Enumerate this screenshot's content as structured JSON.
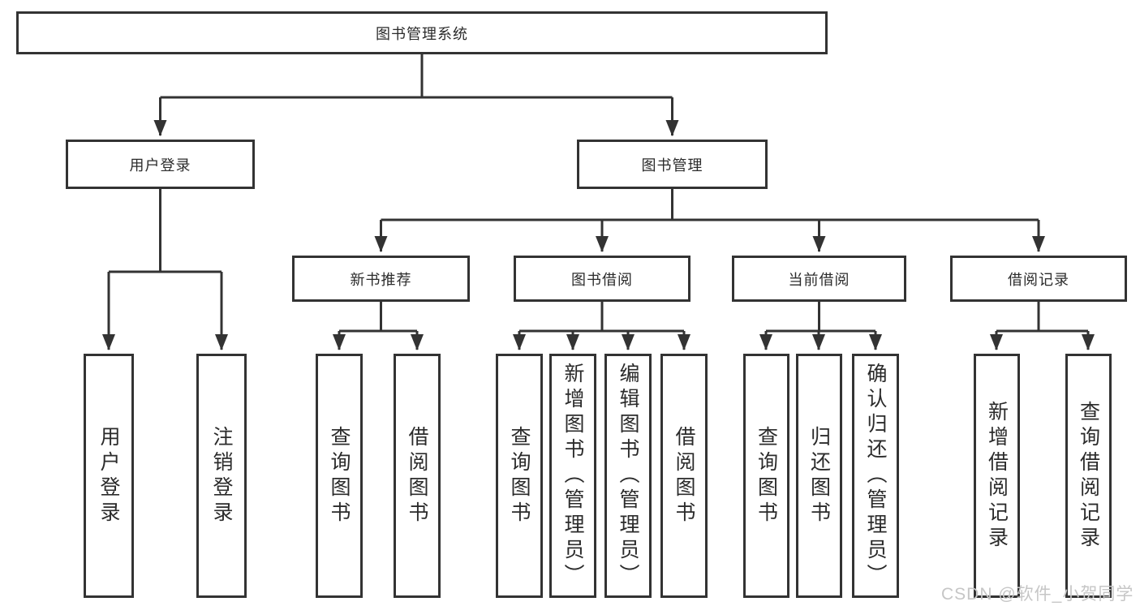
{
  "tree": {
    "label": "图书管理系统",
    "children": [
      {
        "label": "用户登录",
        "children": [
          {
            "label": "用户登录"
          },
          {
            "label": "注销登录"
          }
        ]
      },
      {
        "label": "图书管理",
        "children": [
          {
            "label": "新书推荐",
            "children": [
              {
                "label": "查询图书"
              },
              {
                "label": "借阅图书"
              }
            ]
          },
          {
            "label": "图书借阅",
            "children": [
              {
                "label": "查询图书"
              },
              {
                "label": "新增图书（管理员）"
              },
              {
                "label": "编辑图书（管理员）"
              },
              {
                "label": "借阅图书"
              }
            ]
          },
          {
            "label": "当前借阅",
            "children": [
              {
                "label": "查询图书"
              },
              {
                "label": "归还图书"
              },
              {
                "label": "确认归还（管理员）"
              }
            ]
          },
          {
            "label": "借阅记录",
            "children": [
              {
                "label": "新增借阅记录"
              },
              {
                "label": "查询借阅记录"
              }
            ]
          }
        ]
      }
    ]
  },
  "watermark": {
    "text": "CSDN @软件_小贺同学"
  },
  "colors": {
    "line": "#333333",
    "box_border": "#333333",
    "text": "#2b2b2b",
    "background": "#ffffff",
    "watermark": "#c6c6c6"
  }
}
